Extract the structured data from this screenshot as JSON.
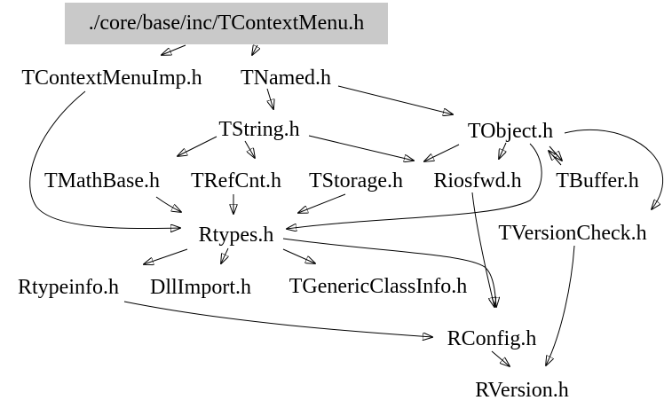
{
  "diagram": {
    "type": "include-dependency-graph",
    "colors": {
      "background": "#ffffff",
      "main_node_bg": "#c9c9c9",
      "edge": "#000000",
      "text": "#000000"
    },
    "nodes": [
      {
        "id": "tcontextmenu",
        "label": "./core/base/inc/TContextMenu.h"
      },
      {
        "id": "tcontextmenuimp",
        "label": "TContextMenuImp.h"
      },
      {
        "id": "tnamed",
        "label": "TNamed.h"
      },
      {
        "id": "tstring",
        "label": "TString.h"
      },
      {
        "id": "tobject",
        "label": "TObject.h"
      },
      {
        "id": "tmathbase",
        "label": "TMathBase.h"
      },
      {
        "id": "trefcnt",
        "label": "TRefCnt.h"
      },
      {
        "id": "tstorage",
        "label": "TStorage.h"
      },
      {
        "id": "riosfwd",
        "label": "Riosfwd.h"
      },
      {
        "id": "tbuffer",
        "label": "TBuffer.h"
      },
      {
        "id": "rtypes",
        "label": "Rtypes.h"
      },
      {
        "id": "tversioncheck",
        "label": "TVersionCheck.h"
      },
      {
        "id": "rtypeinfo",
        "label": "Rtypeinfo.h"
      },
      {
        "id": "dllimport",
        "label": "DllImport.h"
      },
      {
        "id": "tgenericclassinfo",
        "label": "TGenericClassInfo.h"
      },
      {
        "id": "rconfig",
        "label": "RConfig.h"
      },
      {
        "id": "rversion",
        "label": "RVersion.h"
      }
    ],
    "edges": [
      {
        "from": "./core/base/inc/TContextMenu.h",
        "to": "TContextMenuImp.h"
      },
      {
        "from": "./core/base/inc/TContextMenu.h",
        "to": "TNamed.h"
      },
      {
        "from": "TNamed.h",
        "to": "TString.h"
      },
      {
        "from": "TNamed.h",
        "to": "TObject.h"
      },
      {
        "from": "TString.h",
        "to": "TMathBase.h"
      },
      {
        "from": "TString.h",
        "to": "TRefCnt.h"
      },
      {
        "from": "TString.h",
        "to": "TStorage.h"
      },
      {
        "from": "TObject.h",
        "to": "TStorage.h"
      },
      {
        "from": "TObject.h",
        "to": "Riosfwd.h"
      },
      {
        "from": "TObject.h",
        "to": "TBuffer.h"
      },
      {
        "from": "TBuffer.h",
        "to": "TObject.h"
      },
      {
        "from": "TObject.h",
        "to": "TVersionCheck.h"
      },
      {
        "from": "TObject.h",
        "to": "Rtypes.h"
      },
      {
        "from": "TMathBase.h",
        "to": "Rtypes.h"
      },
      {
        "from": "TRefCnt.h",
        "to": "Rtypes.h"
      },
      {
        "from": "TStorage.h",
        "to": "Rtypes.h"
      },
      {
        "from": "TContextMenuImp.h",
        "to": "Rtypes.h"
      },
      {
        "from": "Rtypes.h",
        "to": "Rtypeinfo.h"
      },
      {
        "from": "Rtypes.h",
        "to": "DllImport.h"
      },
      {
        "from": "Rtypes.h",
        "to": "TGenericClassInfo.h"
      },
      {
        "from": "Rtypes.h",
        "to": "RConfig.h"
      },
      {
        "from": "Riosfwd.h",
        "to": "RConfig.h"
      },
      {
        "from": "Rtypeinfo.h",
        "to": "RConfig.h"
      },
      {
        "from": "TVersionCheck.h",
        "to": "RVersion.h"
      },
      {
        "from": "RConfig.h",
        "to": "RVersion.h"
      }
    ]
  }
}
